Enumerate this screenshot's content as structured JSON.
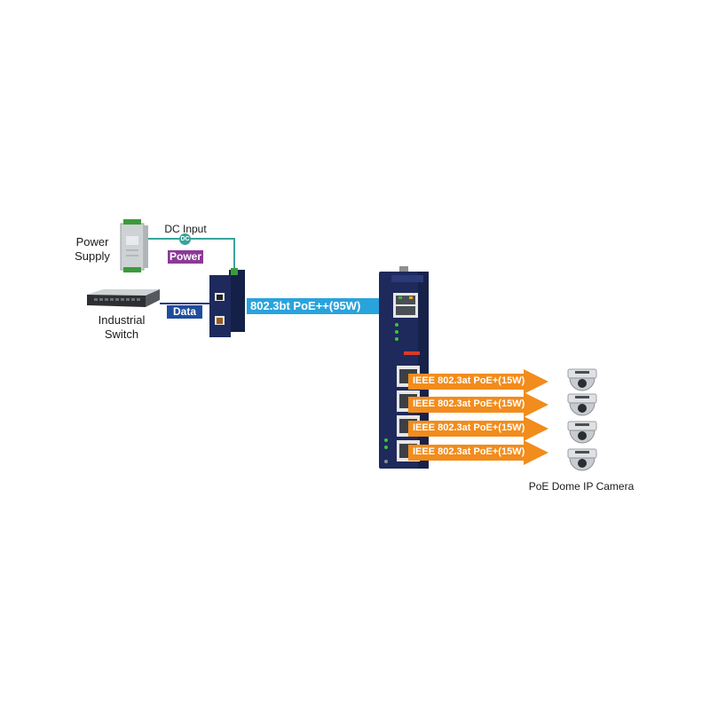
{
  "labels": {
    "power_supply": "Power Supply",
    "industrial_switch": "Industrial Switch",
    "dc_input": "DC Input",
    "dc_badge": "DC",
    "power_tag": "Power",
    "data_tag": "Data",
    "uplink": "802.3bt PoE++(95W)",
    "camera_caption": "PoE Dome IP Camera"
  },
  "outputs": [
    {
      "label": "IEEE 802.3at PoE+(15W)"
    },
    {
      "label": "IEEE 802.3at PoE+(15W)"
    },
    {
      "label": "IEEE 802.3at PoE+(15W)"
    },
    {
      "label": "IEEE 802.3at PoE+(15W)"
    }
  ],
  "colors": {
    "line_green": "#3aa39a",
    "line_navy": "#2b3a8f",
    "power_tag": "#8b3a96",
    "data_tag": "#1f4d9c",
    "uplink_arrow": "#29a3dc",
    "output_arrow": "#f28c1c",
    "device_body": "#1e2a5c"
  }
}
